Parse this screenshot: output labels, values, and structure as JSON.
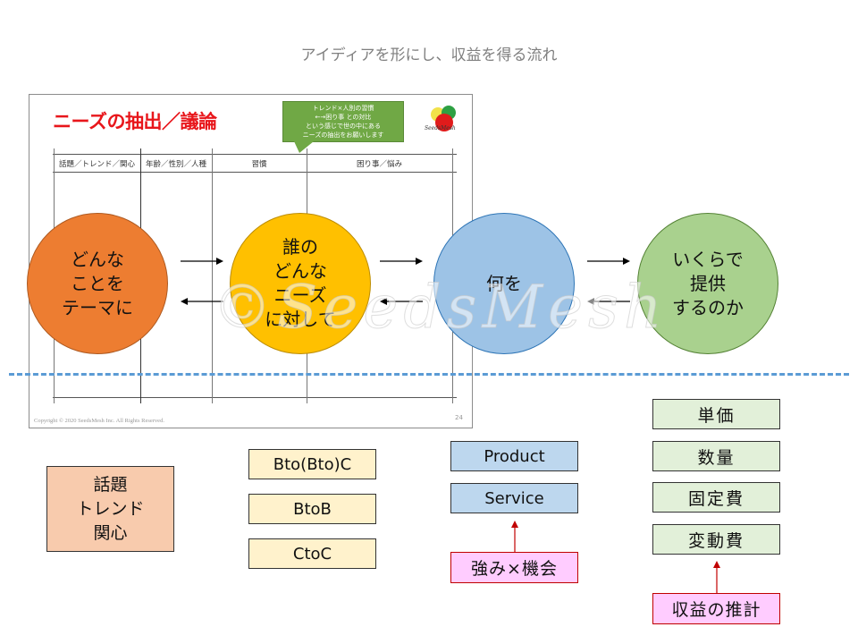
{
  "page_title": "アイディアを形にし、収益を得る流れ",
  "slide": {
    "title": "ニーズの抽出／議論",
    "callout_lines": [
      "トレンド×人別の習慣",
      "←→困り事 との対比",
      "という感じで世の中にある",
      "ニーズの抽出をお願いします"
    ],
    "logo_text": "SeedsMesh",
    "table_headers": [
      "話題／トレンド／関心",
      "年齢／性別／人種",
      "習慣",
      "困り事／悩み"
    ],
    "copyright": "Copyright © 2020 SeedsMesh Inc. All Rights Reserved.",
    "page_number": "24"
  },
  "watermark": "©SeedsMesh",
  "circles": [
    {
      "label": "どんな\nことを\nテーマに",
      "color": "#ed7d31"
    },
    {
      "label": "誰の\nどんな\nニーズ\nに対して",
      "color": "#ffc000"
    },
    {
      "label": "何を",
      "color": "#9dc3e6"
    },
    {
      "label": "いくらで\n提供\nするのか",
      "color": "#a9d18e"
    }
  ],
  "topic_box": {
    "label": "話題\nトレンド\n関心"
  },
  "business_models": [
    "Bto(Bto)C",
    "BtoB",
    "CtoC"
  ],
  "offerings": [
    "Product",
    "Service"
  ],
  "offerings_source": "強み×機会",
  "revenue_items": [
    "単価",
    "数量",
    "固定費",
    "変動費"
  ],
  "revenue_source": "収益の推計",
  "colors": {
    "separator": "#5b9bd5",
    "slide_title": "#e8161b",
    "callout": "#70a845",
    "pink_box": "#ffccff",
    "pink_border": "#c00000"
  }
}
